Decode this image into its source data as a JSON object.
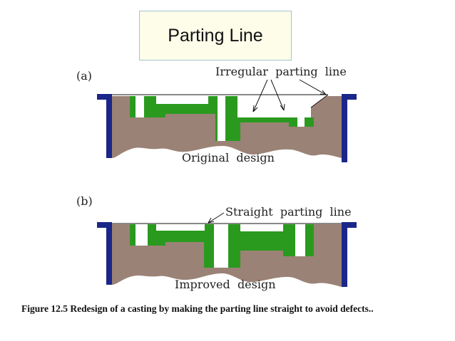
{
  "title": "Parting Line",
  "panel_a": {
    "label": "(a)",
    "annotation": "Irregular  parting  line",
    "design_label": "Original  design"
  },
  "panel_b": {
    "label": "(b)",
    "annotation": "Straight  parting  line",
    "design_label": "Improved  design"
  },
  "caption": "Figure 12.5  Redesign of a casting by making the parting line straight to avoid defects..",
  "colors": {
    "sand": "#9b8276",
    "casting": "#2a9a1f",
    "flask": "#1a2688",
    "core_gap": "#ffffff",
    "title_bg": "#fdfdea"
  }
}
